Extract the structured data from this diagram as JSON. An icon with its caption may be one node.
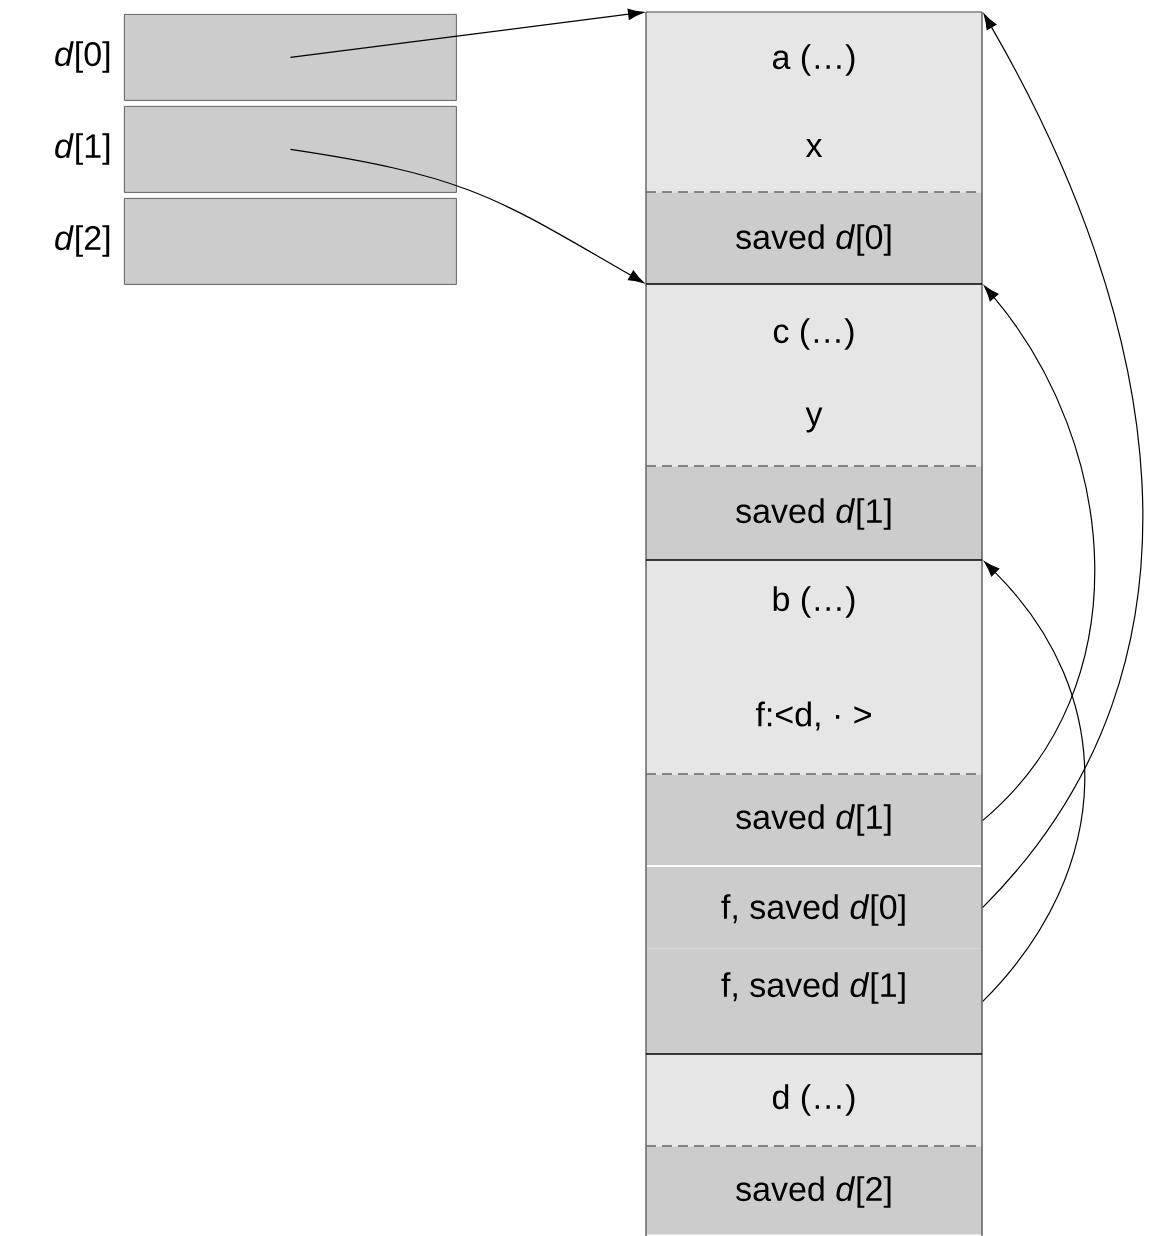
{
  "diagram": {
    "nodes": [
      {
        "text": [],
        "shape": "box",
        "beside": [
          "*d*[0]"
        ]
      },
      {
        "text": [],
        "shape": "box",
        "beside": [
          "*d*[1]"
        ]
      },
      {
        "text": [],
        "shape": "box",
        "beside": [
          "*d*[2]"
        ]
      },
      {
        "text": [
          "a (…)",
          "x"
        ]
      },
      {
        "text": [
          "saved *d*[0]"
        ]
      },
      {
        "text": [
          "c (…)",
          "y"
        ]
      },
      {
        "text": [
          "saved *d*[1]"
        ]
      },
      {
        "text": [
          "b (…)",
          "f:<d, · >"
        ]
      },
      {
        "text": [
          "saved *d*[1]"
        ]
      },
      {
        "text": [
          "f, saved *d*[0]"
        ]
      },
      {
        "text": [
          "f, saved *d*[1]"
        ]
      },
      {
        "text": [
          "d (…)"
        ]
      },
      {
        "text": [
          "saved *d*[2]"
        ]
      }
    ],
    "edges": [
      {
        "from": 0,
        "to": 3,
        "arrow": "to"
      },
      {
        "from": 1,
        "to": 5,
        "arrow": "to"
      },
      {
        "from": 8,
        "to": 5,
        "arrow": "to"
      },
      {
        "from": 9,
        "to": 3,
        "arrow": "to"
      },
      {
        "from": 10,
        "to": 7,
        "arrow": "to"
      }
    ]
  }
}
